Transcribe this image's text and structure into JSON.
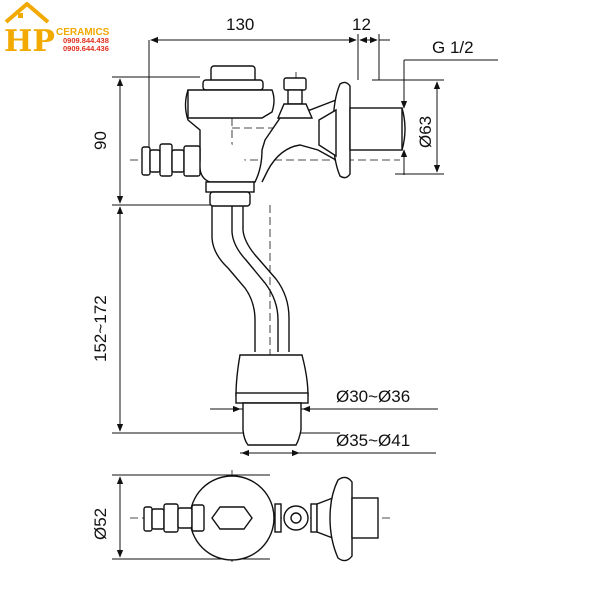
{
  "logo": {
    "mark": "HP",
    "brand": "CERAMICS",
    "phone_1": "0909.844.438",
    "phone_2": "0909.644.436",
    "accent_color": "#f2a900",
    "phone_color": "#e0301e"
  },
  "dimensions": {
    "width_total": "130",
    "flange_thickness": "12",
    "inlet_thread": "G 1/2",
    "flange_diameter": "Ø63",
    "inlet_height": "90",
    "outlet_length": "152~172",
    "outlet_diameter_inner": "Ø30~Ø36",
    "outlet_diameter_outer": "Ø35~Ø41",
    "body_diameter": "Ø52"
  },
  "line_color": "#111111"
}
